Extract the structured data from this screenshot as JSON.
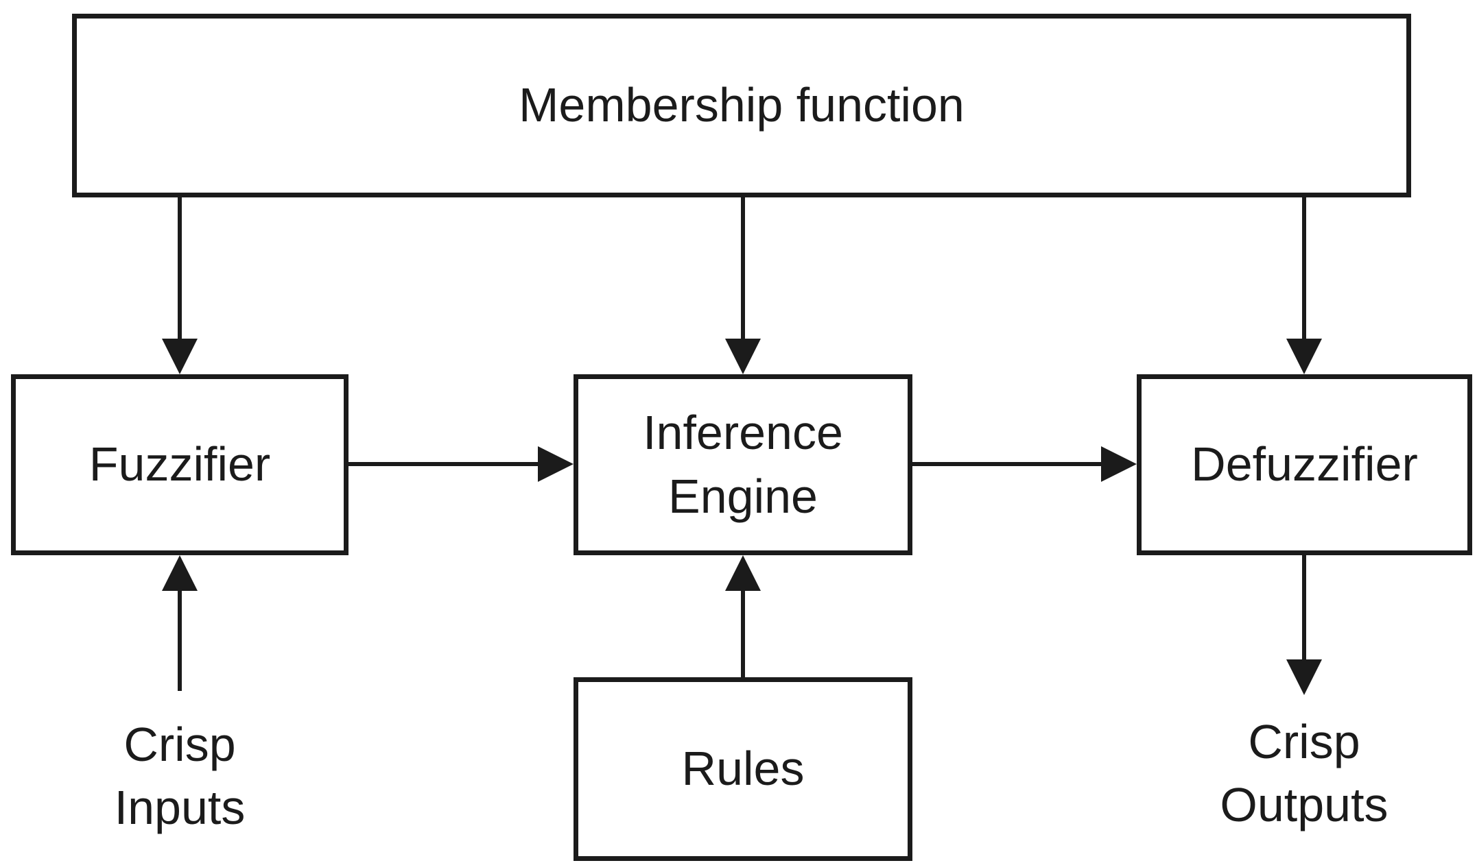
{
  "colors": {
    "ink": "#1b1b1b",
    "background": "#ffffff"
  },
  "nodes": {
    "membership": {
      "label": "Membership function"
    },
    "fuzzifier": {
      "label": "Fuzzifier"
    },
    "inference": {
      "label": "Inference Engine"
    },
    "defuzzifier": {
      "label": "Defuzzifier"
    },
    "rules": {
      "label": "Rules"
    }
  },
  "io_labels": {
    "crisp_inputs": "Crisp Inputs",
    "crisp_outputs": "Crisp Outputs"
  }
}
